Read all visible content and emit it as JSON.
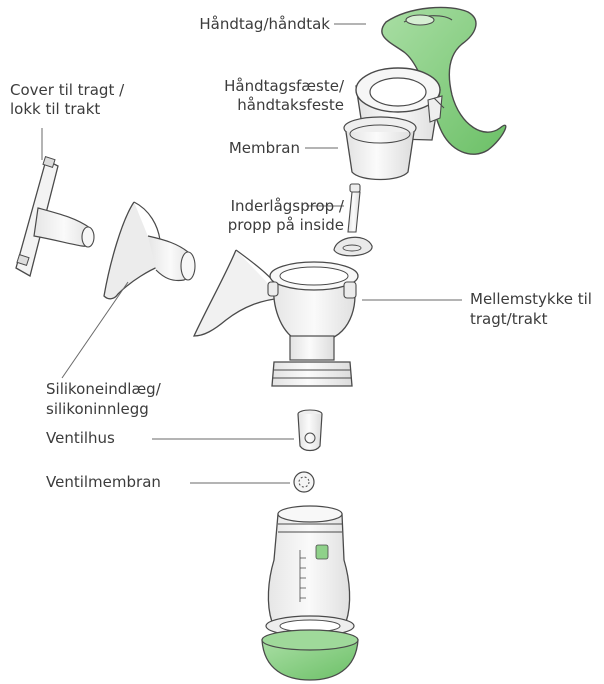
{
  "labels": {
    "handle": "Håndtag/håndtak",
    "handle_mount_1": "Håndtagsfæste/",
    "handle_mount_2": "håndtaksfeste",
    "membrane": "Membran",
    "inner_stopper_1": "Inderlågsprop /",
    "inner_stopper_2": "propp på inside",
    "funnel_cover_1": "Cover til tragt /",
    "funnel_cover_2": "lokk til trakt",
    "silicone_insert_1": "Silikoneindlæg/",
    "silicone_insert_2": "silikoninnlegg",
    "valve_housing": "Ventilhus",
    "valve_membrane": "Ventilmembran",
    "connector_1": "Mellemstykke til",
    "connector_2": "tragt/trakt"
  },
  "colors": {
    "outline": "#4a4a4a",
    "accent_green": "#8fd18a",
    "accent_green_dark": "#5fb35a",
    "part_fill": "#f4f4f4",
    "shadow": "#d9d9d9",
    "text": "#3c3c3c"
  }
}
